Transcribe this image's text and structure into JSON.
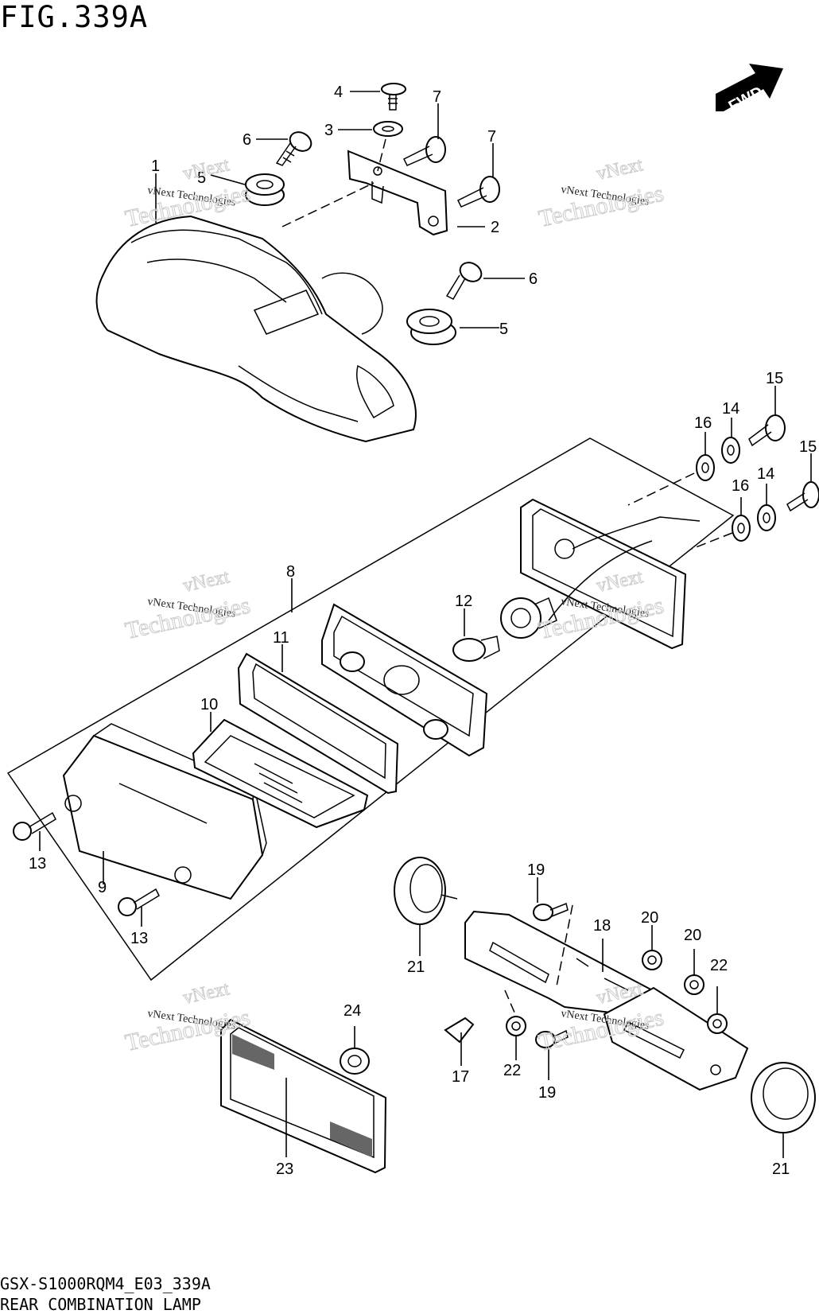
{
  "figure": {
    "title": "FIG.339A",
    "model_code": "GSX-S1000RQM4_E03_339A",
    "assembly_name": "REAR COMBINATION LAMP"
  },
  "direction_badge": "FWD",
  "watermark": {
    "line1": "vNext Technologies",
    "line2": "vNext",
    "line3": "Technologies"
  },
  "callouts": {
    "c1": "1",
    "c2": "2",
    "c3": "3",
    "c4": "4",
    "c5a": "5",
    "c5b": "5",
    "c6a": "6",
    "c6b": "6",
    "c7a": "7",
    "c7b": "7",
    "c8": "8",
    "c9": "9",
    "c10": "10",
    "c11": "11",
    "c12": "12",
    "c13a": "13",
    "c13b": "13",
    "c14a": "14",
    "c14b": "14",
    "c15a": "15",
    "c15b": "15",
    "c16a": "16",
    "c16b": "16",
    "c17": "17",
    "c18": "18",
    "c19a": "19",
    "c19b": "19",
    "c20a": "20",
    "c20b": "20",
    "c21a": "21",
    "c21b": "21",
    "c22a": "22",
    "c22b": "22",
    "c23": "23",
    "c24": "24"
  }
}
